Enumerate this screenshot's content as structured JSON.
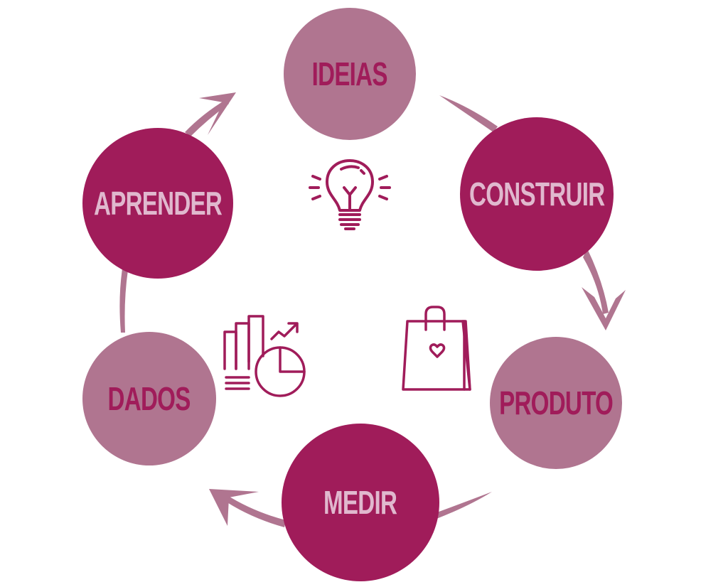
{
  "colors": {
    "dark": "#A01C5A",
    "light": "#B07590",
    "light_text": "#E0B8CE",
    "arrow": "#B07590",
    "icon_stroke": "#A01C5A",
    "background": "#FFFFFF"
  },
  "cycle": {
    "nodes": [
      {
        "id": "ideias",
        "label": "IDEIAS",
        "style": "light"
      },
      {
        "id": "construir",
        "label": "CONSTRUIR",
        "style": "dark"
      },
      {
        "id": "produto",
        "label": "PRODUTO",
        "style": "light"
      },
      {
        "id": "medir",
        "label": "MEDIR",
        "style": "dark"
      },
      {
        "id": "dados",
        "label": "DADOS",
        "style": "light"
      },
      {
        "id": "aprender",
        "label": "APRENDER",
        "style": "dark"
      }
    ],
    "center_icons": [
      {
        "id": "lightbulb",
        "icon": "lightbulb-icon"
      },
      {
        "id": "shopping-bag",
        "icon": "shopping-bag-icon"
      },
      {
        "id": "analytics",
        "icon": "bar-pie-chart-icon"
      }
    ]
  }
}
